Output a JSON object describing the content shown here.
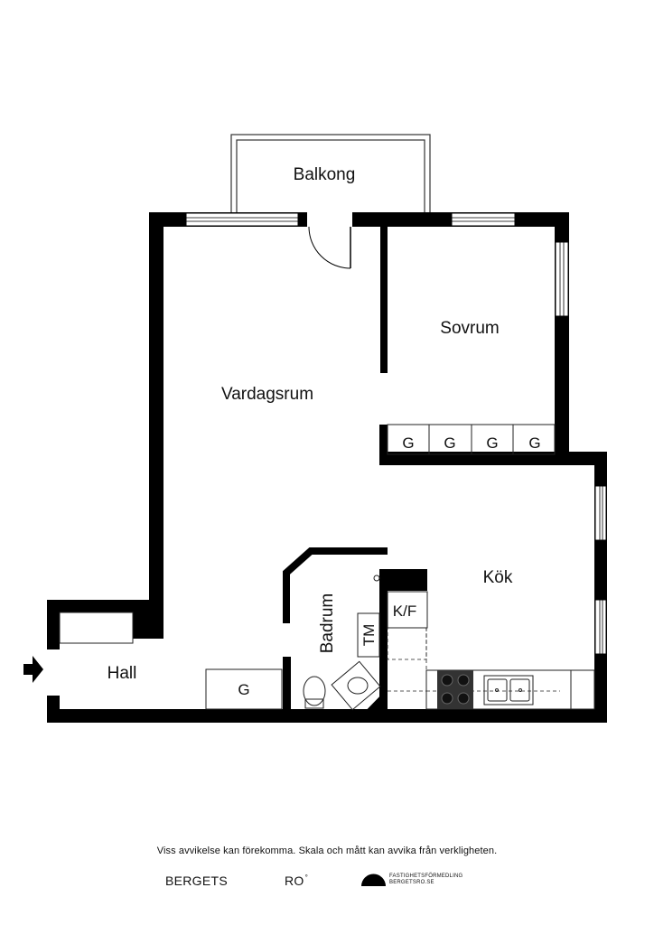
{
  "rooms": {
    "balcony": "Balkong",
    "bedroom": "Sovrum",
    "living": "Vardagsrum",
    "kitchen": "Kök",
    "bathroom": "Badrum",
    "hall": "Hall"
  },
  "closet_label": "G",
  "fridge_freezer": "K/F",
  "washer": "TM",
  "footer": {
    "disclaimer": "Viss avvikelse kan förekomma. Skala och mått kan avvika från verkligheten.",
    "brand_left": "BERGETS",
    "brand_right": "RO",
    "brand_right_mark": "°",
    "agency_line1": "FASTIGHETSFÖRMEDLING",
    "agency_line2": "BERGETSRO.SE"
  },
  "icons": {
    "entrance": "arrow-right-icon",
    "agency_logo": "half-circle-logo-icon"
  },
  "colors": {
    "wall": "#000000",
    "background": "#ffffff",
    "line": "#222222"
  }
}
